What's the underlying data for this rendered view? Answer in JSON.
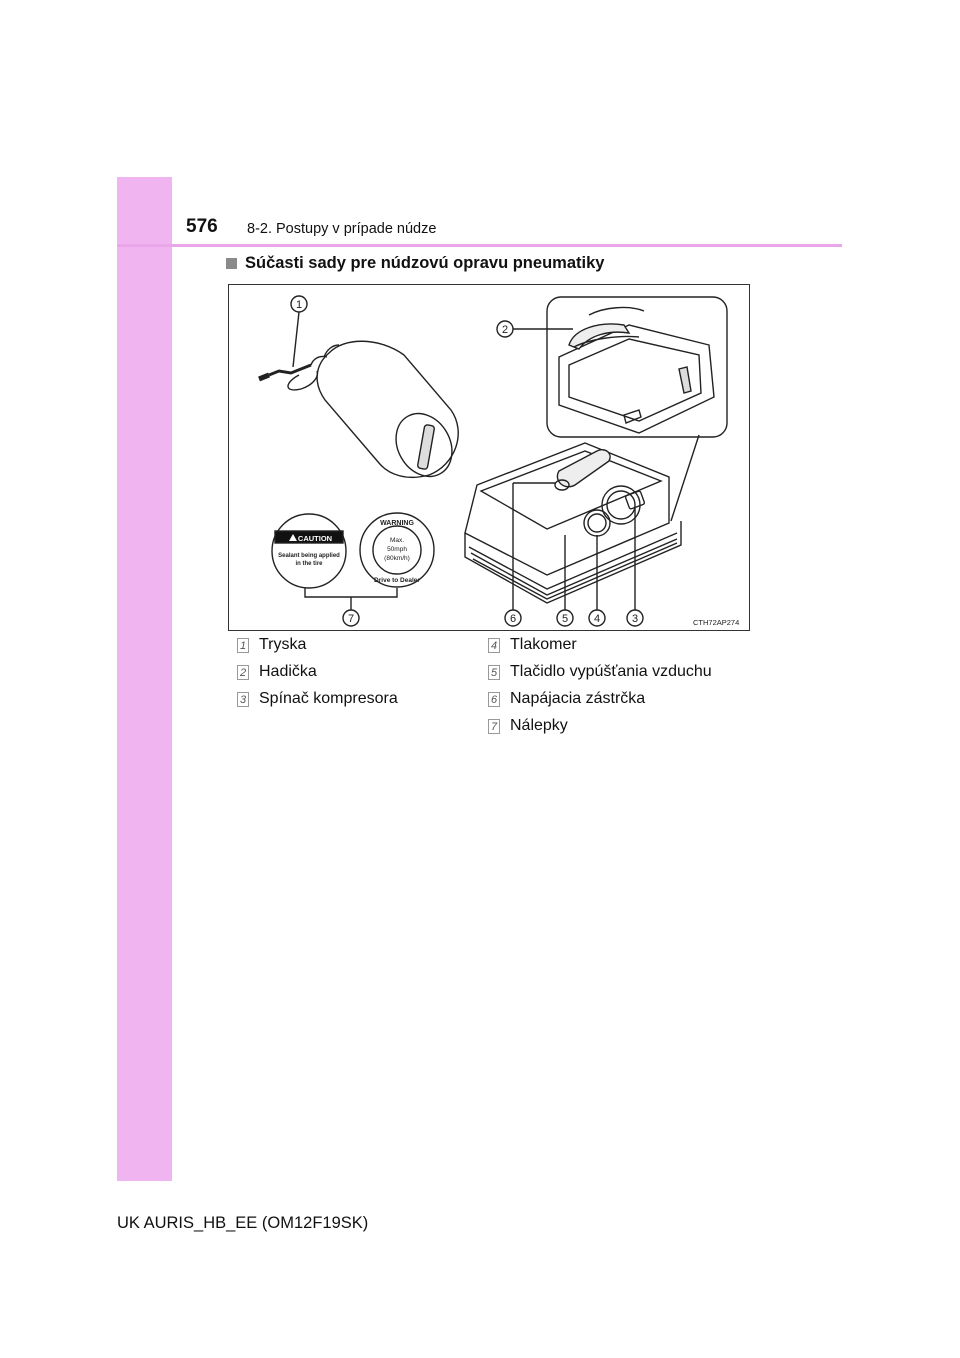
{
  "page": {
    "number": "576",
    "section": "8-2. Postupy v prípade núdze",
    "heading": "Súčasti sady pre núdzovú opravu pneumatiky",
    "footer": "UK AURIS_HB_EE (OM12F19SK)"
  },
  "figure": {
    "code": "CTH72AP274",
    "callouts": [
      "1",
      "2",
      "3",
      "4",
      "5",
      "6",
      "7"
    ],
    "caution_sticker": {
      "title": "CAUTION",
      "line1": "Sealant being applied",
      "line2": "in the tire"
    },
    "warning_sticker": {
      "title": "WARNING",
      "line1": "Max.",
      "line2": "50mph",
      "line3": "(80km/h)",
      "bottom": "Drive to Dealer"
    }
  },
  "legend": {
    "left": [
      {
        "num": "1",
        "label": "Tryska"
      },
      {
        "num": "2",
        "label": "Hadička"
      },
      {
        "num": "3",
        "label": "Spínač kompresora"
      }
    ],
    "right": [
      {
        "num": "4",
        "label": "Tlakomer"
      },
      {
        "num": "5",
        "label": "Tlačidlo vypúšťania vzduchu"
      },
      {
        "num": "6",
        "label": "Napájacia zástrčka"
      },
      {
        "num": "7",
        "label": "Nálepky"
      }
    ]
  }
}
